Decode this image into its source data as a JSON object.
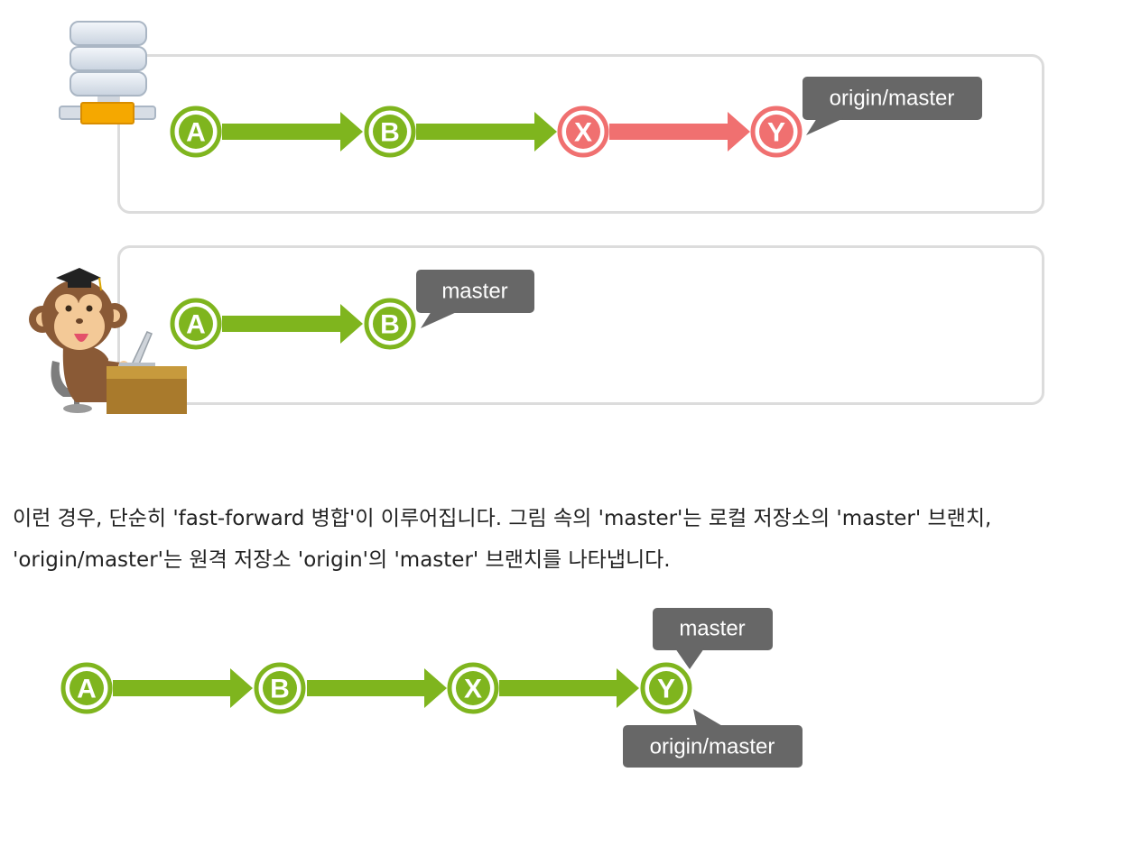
{
  "colors": {
    "commit_green": "#7fb51e",
    "commit_red": "#f07070",
    "label_bg": "#676767",
    "panel_border": "#dcdcdc"
  },
  "remote": {
    "icon": "server-icon",
    "commits": [
      "A",
      "B",
      "X",
      "Y"
    ],
    "label": "origin/master"
  },
  "local": {
    "icon": "monkey-at-desk-icon",
    "commits": [
      "A",
      "B"
    ],
    "label": "master"
  },
  "description": "이런 경우, 단순히 'fast-forward 병합'이 이루어집니다. 그림 속의 'master'는 로컬 저장소의 'master' 브랜치, 'origin/master'는 원격 저장소 'origin'의 'master' 브랜치를 나타냅니다.",
  "merged": {
    "commits": [
      "A",
      "B",
      "X",
      "Y"
    ],
    "label_top": "master",
    "label_bottom": "origin/master"
  }
}
